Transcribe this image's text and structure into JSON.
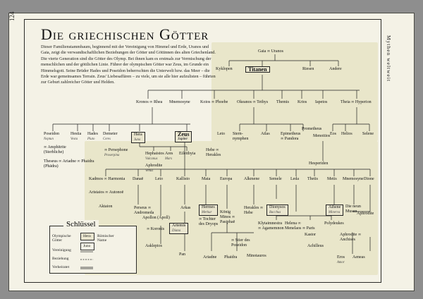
{
  "page": {
    "number": "124",
    "side_heading": "Mythen weltweit",
    "title": "Die griechischen Götter",
    "intro": "Dieser Familienstammbaum, beginnend mit der Vereinigung von Himmel und Erde, Uranos und Gaia, zeigt die verwandtschaftlichen Beziehungen der Götter und Göttinnen des alten Griechenland. Die vierte Generation sind die Götter des Olymp. Bei ihnen kam es erstmals zur Vermischung der menschlichen und der göttlichen Linie. Führer der olympischen Götter war Zeus, im Grunde ein Himmelsgott. Seine Brüder Hades und Poseidon beherrschten die Unterwelt bzw. das Meer – die Erde war gemeinsames Terrain. Zeus' Liebesaffären – zu viele, um sie alle hier aufzulisten – führten zur Geburt zahlreicher Götter und Helden."
  },
  "colors": {
    "paper": "#f4f2e6",
    "tint": "#cdc882",
    "ink": "#111111"
  },
  "key": {
    "title": "Schlüssel",
    "olympian": "Olympische Götter",
    "roman": "Römischer Name",
    "union": "Vereinigung",
    "relationship": "Beziehung",
    "married": "Verheiratet",
    "swatch_label_zeus": "Hera",
    "swatch_label_juno": "Juno"
  },
  "nodes": {
    "gaia_uranos": "Gaia ∞ Uranos",
    "kyklopen": "Kyklopen",
    "titanen": "Titanen",
    "riesen": "Riesen",
    "andere": "Andere",
    "kronos_rhea": "Kronos ∞ Rhea",
    "mnemosyne": "Mnemosyne",
    "koios_phoebe": "Koios ∞ Phoebe",
    "okeanos_tethys": "Okeanos ∞ Tethys",
    "themis": "Themis",
    "krios": "Krios",
    "iapetos": "Iapetos",
    "theia_hyperion": "Theia ∞ Hyperion",
    "poseidon": "Poseidon",
    "poseidon_sub": "Neptun",
    "hestia": "Hestia",
    "hestia_sub": "Vesta",
    "hades": "Hades",
    "hades_sub": "Pluto",
    "demeter": "Demeter",
    "demeter_sub": "Ceres",
    "hera": "Hera",
    "hera_sub": "Juno",
    "zeus": "Zeus",
    "zeus_sub": "Jupiter",
    "leto": "Leto",
    "sternnymphen": "Stern-nymphen",
    "atlas": "Atlas",
    "prometheus": "Prometheus",
    "epimetheus": "Epimetheus ∞ Pandora",
    "menoitios": "Menoitios",
    "helios": "Helios",
    "selene": "Selene",
    "eos": "Eos",
    "amphitrite": "∞ Amphitrite (Sterbliche)",
    "theseus": "Theseus ∞ Ariadne ∞ Phaidra (Phädra)",
    "persephone": "∞ Persephone",
    "persephone_sub": "Proserpina",
    "hephaistos": "Hephaistos",
    "hephaistos_sub": "Vulcanus",
    "aphrodite": "Aphrodite",
    "aphrodite_sub": "Venus",
    "ares": "Ares",
    "ares_sub": "Mars",
    "eileithyia": "Eileithyia",
    "hebe": "Hebe ∞ Herakles",
    "hesperiden": "Hesperiden",
    "kadmos": "Kadmos ∞ Harmonia",
    "danae": "Danaë",
    "leto2": "Leto",
    "kallisto": "Kallisto",
    "maia": "Maia",
    "europa": "Europa",
    "alkmene": "Alkmene",
    "semele": "Semele",
    "leda": "Leda",
    "thetis": "Thetis",
    "metis": "Metis",
    "mnemosyne2": "Mnemosyne",
    "dione": "Dione",
    "aristaios": "Aristaios ∞ Autonoë",
    "aktaion": "Aktaion",
    "perseus": "Perseus ∞ Andromeda",
    "arkas": "Arkas",
    "hermes": "Hermes",
    "hermes_sub": "Merkur",
    "tochter": "∞ Tochter des Dryops",
    "koenig_minos": "König Minos ∞ Pasiphaë",
    "herakles": "Herakles ∞ Hebe",
    "dionysos": "Dionysos",
    "dionysos_sub": "Bacchus",
    "helena": "Helena",
    "athene": "Athene",
    "athene_sub": "Minerva",
    "musen": "Die neun Musen",
    "aphrodite2": "Aphrodite",
    "apollon": "Apollon (Apoll)",
    "artemis": "Artemis",
    "artemis_sub": "Diana",
    "koronis": "∞ Koronis",
    "asklepios": "Asklepios",
    "pan": "Pan",
    "ariadne": "Ariadne",
    "phaidra": "Phaidra",
    "minotauros": "Minotauros",
    "stier": "∞ Stier des Poseidon",
    "klytaimnestra": "Klytaimnestra ∞ Agamemnon",
    "helena_paris": "Helena ∞ Menelaos ∞ Paris",
    "kastor": "Kastor",
    "polydeukes": "Polydeukes",
    "achilleus": "Achilleus",
    "anchises": "Aphrodite ∞ Anchises",
    "aeneas": "Aeneas",
    "eros": "Eros",
    "eros_sub": "Amor"
  }
}
